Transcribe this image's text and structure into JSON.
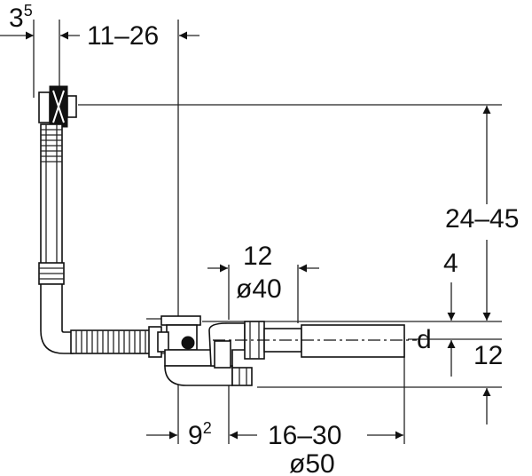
{
  "dimensions": {
    "overflow_offset": {
      "base": "3",
      "sup": "5"
    },
    "overflow_reach": "11–26",
    "height_range": "24–45",
    "drain_offset": "4",
    "pipe_top_width": "12",
    "pipe_top_diameter": "ø40",
    "seal_label": "d",
    "seal_height": "12",
    "trap_offset": {
      "base": "9",
      "sup": "2"
    },
    "outlet_length": "16–30",
    "outlet_diameter": "ø50"
  }
}
